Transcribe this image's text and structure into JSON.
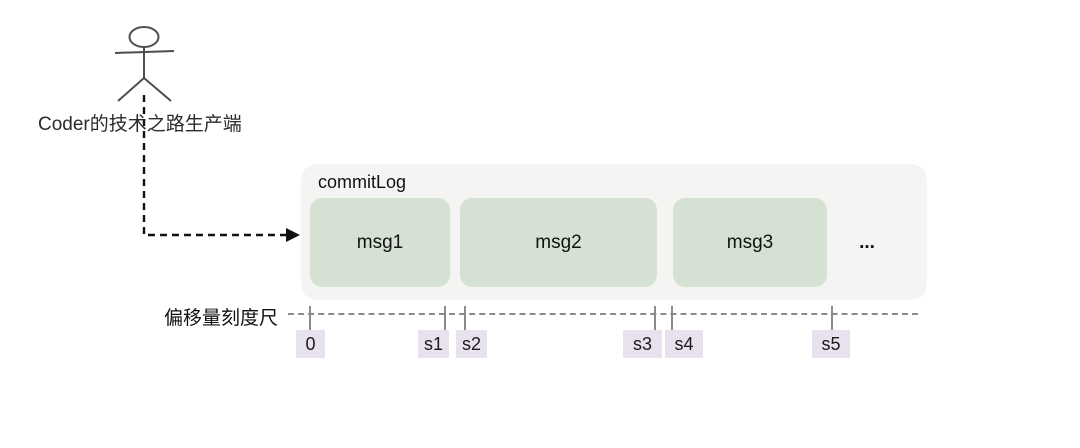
{
  "actor": {
    "label": "Coder的技术之路生产端"
  },
  "commitlog": {
    "title": "commitLog",
    "messages": [
      "msg1",
      "msg2",
      "msg3"
    ],
    "ellipsis": "..."
  },
  "ruler": {
    "label": "偏移量刻度尺",
    "marks": [
      {
        "label": "0"
      },
      {
        "label": "s1"
      },
      {
        "label": "s2"
      },
      {
        "label": "s3"
      },
      {
        "label": "s4"
      },
      {
        "label": "s5"
      }
    ]
  },
  "colors": {
    "background": "#ffffff",
    "commitlog_fill": "#f4f5f3",
    "message_fill": "#d5e2d3",
    "mark_fill": "#e7e2ee",
    "ruler_line": "#8a8a8a",
    "tick": "#8b8794",
    "text": "#1c1c1c"
  }
}
